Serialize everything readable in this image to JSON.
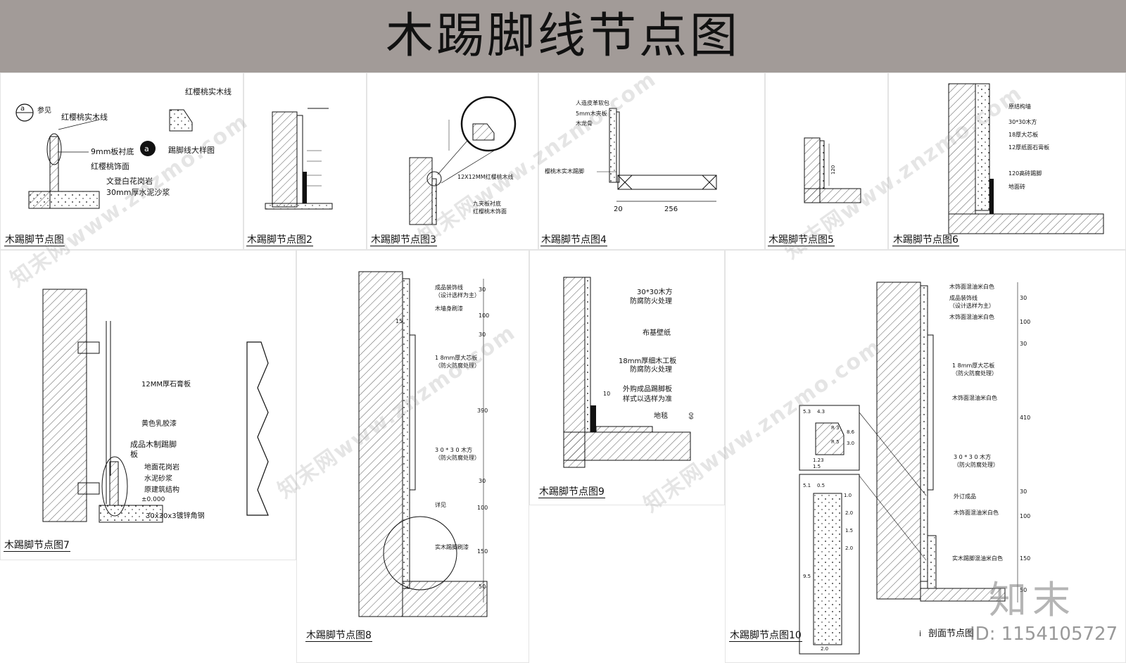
{
  "header": {
    "title": "木踢脚线节点图"
  },
  "panels": [
    {
      "caption": "木踢脚节点图",
      "notes": [
        "参见",
        "红樱桃实木线",
        "9mm板衬底",
        "红樱桃饰面",
        "文登白花岗岩",
        "30mm厚水泥沙浆",
        "红樱桃实木线",
        "踢脚线大样图"
      ],
      "badge": "a"
    },
    {
      "caption": "木踢脚节点图2"
    },
    {
      "caption": "木踢脚节点图3",
      "notes": [
        "12X12MM红樱桃木线",
        "九夹板衬底",
        "红樱桃木饰面"
      ]
    },
    {
      "caption": "木踢脚节点图4",
      "notes": [
        "人造皮革软包",
        "5mm木夹板",
        "木龙骨",
        "樱桃木实木踢脚"
      ],
      "dims": [
        "20",
        "256"
      ]
    },
    {
      "caption": "木踢脚节点图5",
      "dims": [
        "120"
      ]
    },
    {
      "caption": "木踢脚节点图6",
      "notes": [
        "原结构墙",
        "30*30木方",
        "18厚大芯板",
        "12厚纸面石膏板",
        "120高砖踢脚",
        "地面砖"
      ]
    },
    {
      "caption": "木踢脚节点图7",
      "notes": [
        "12MM厚石膏板",
        "黄色乳胶漆",
        "成品木制踢脚",
        "板",
        "地面花岗岩",
        "水泥砂浆",
        "原建筑结构",
        "30x30x3镀锌角钢"
      ],
      "level": "±0.000"
    },
    {
      "caption": "木踢脚节点图8",
      "notes": [
        "成品装饰线",
        "（设计选样为主）",
        "木墙身刷漆",
        "1 8mm厚大芯板",
        "（防火防腐处理）",
        "3 0 * 3 0 木方",
        "（防火防腐处理）",
        "详见",
        "实木踢脚刷漆"
      ],
      "dims": [
        "30",
        "100",
        "15",
        "30",
        "390",
        "30",
        "100",
        "150",
        "50"
      ]
    },
    {
      "caption": "木踢脚节点图9",
      "notes": [
        "30*30木方",
        "防腐防火处理",
        "布基壁纸",
        "18mm厚细木工板",
        "防腐防火处理",
        "外购成品踢脚板",
        "样式以选样为准",
        "地毯"
      ],
      "dims": [
        "10",
        "60"
      ]
    },
    {
      "caption": "木踢脚节点图10",
      "notes": [
        "木饰面混油米白色",
        "成品装饰线",
        "（设计选样为主）",
        "木饰面混油米白色",
        "1 8mm厚大芯板",
        "（防火防腐处理）",
        "木饰面混油米白色",
        "3 0 * 3 0 木方",
        "（防火防腐处理）",
        "外订成品",
        "木饰面混油米白色",
        "实木踢脚混油米白色"
      ],
      "dims": [
        "30",
        "100",
        "30",
        "410",
        "30",
        "100",
        "150",
        "50"
      ],
      "section_label": "剖面节点图",
      "section_mark": "i"
    }
  ],
  "detail_dims_top": [
    "5.3",
    "4.3",
    "R 3",
    "R 5",
    "8.6",
    "3.0",
    "1.23",
    "1.5"
  ],
  "detail_dims_bottom": [
    "5.1",
    "0.5",
    "1.0",
    "2.0",
    "1.5",
    "2.0",
    "9.5",
    "2.0"
  ],
  "watermark": {
    "text": "知末网www.znzmo.com",
    "logo": "知末",
    "id": "ID: 1154105727"
  },
  "colors": {
    "banner": "#a29b98",
    "line": "#111111"
  }
}
